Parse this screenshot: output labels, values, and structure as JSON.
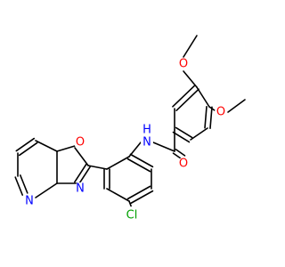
{
  "molecule": {
    "atom_labels": {
      "methoxy_top_o": "O",
      "methoxy_right_o": "O",
      "amide_n": "N",
      "amide_h": "H",
      "carbonyl_o": "O",
      "oxazole_o": "O",
      "oxazole_n": "N",
      "pyridine_n": "N",
      "chloro": "Cl"
    },
    "colors": {
      "bond": "#000000",
      "oxygen": "#FF0000",
      "nitrogen": "#0000FF",
      "chlorine": "#00A000"
    }
  }
}
